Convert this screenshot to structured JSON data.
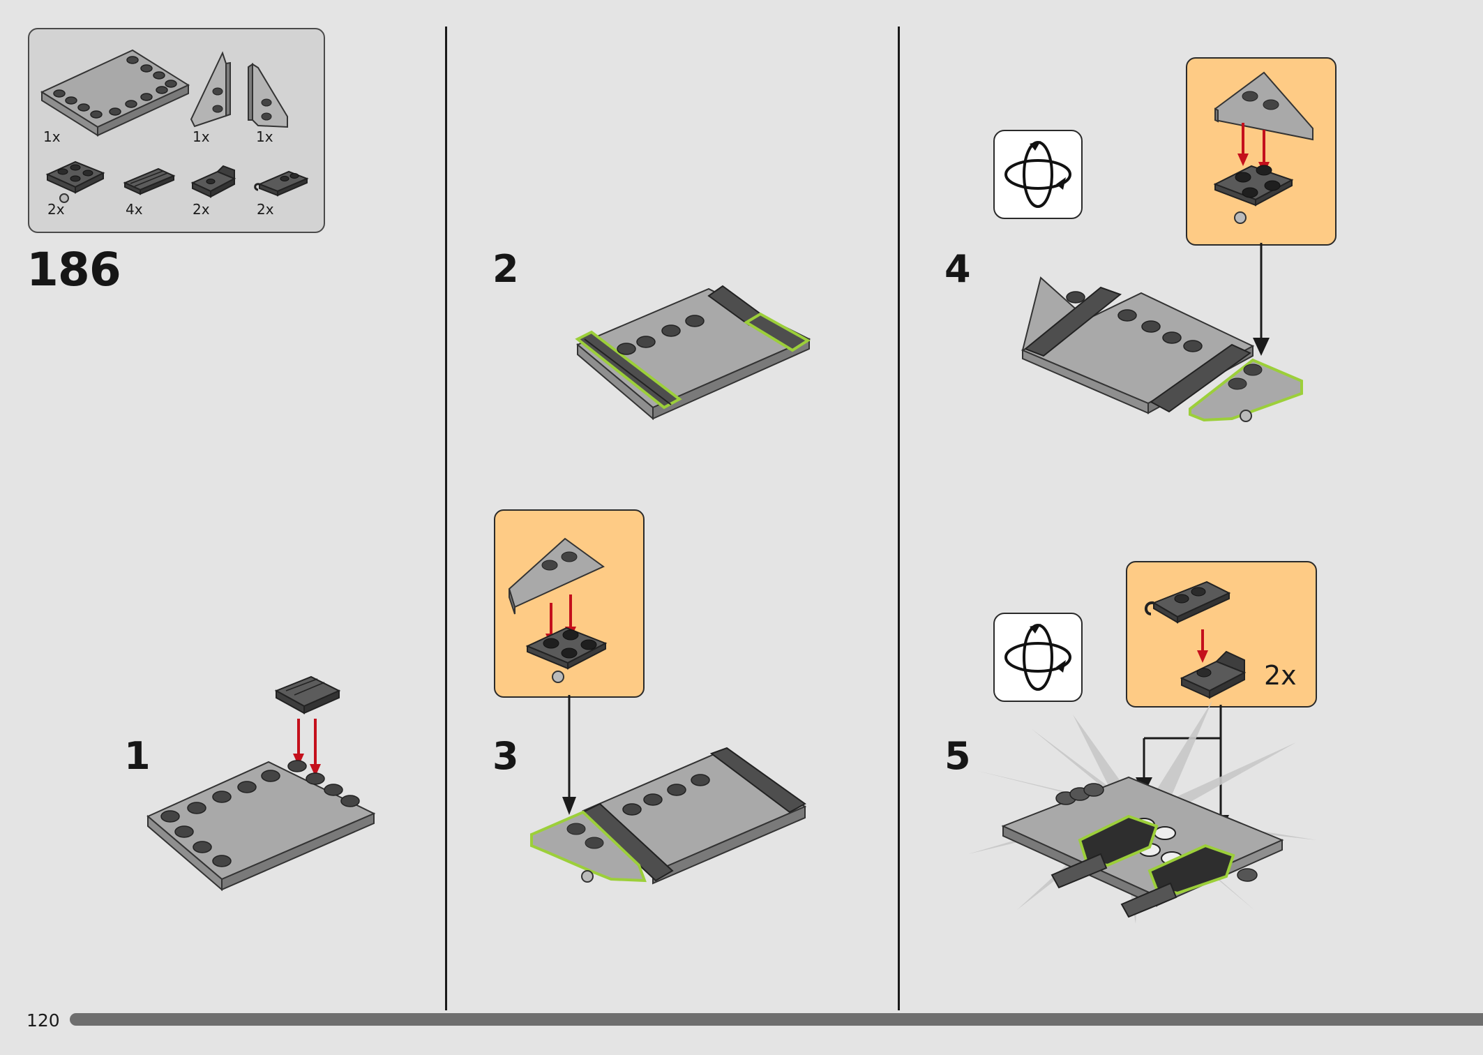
{
  "parts_list": {
    "items": [
      {
        "qty": "1x",
        "icon": "plate-4x6-icon"
      },
      {
        "qty": "1x",
        "icon": "wedge-plate-left-icon"
      },
      {
        "qty": "1x",
        "icon": "wedge-plate-right-icon"
      },
      {
        "qty": "2x",
        "icon": "plate-2x2-wheels-icon"
      },
      {
        "qty": "4x",
        "icon": "tile-grille-icon"
      },
      {
        "qty": "2x",
        "icon": "slope-curved-icon"
      },
      {
        "qty": "2x",
        "icon": "plate-clip-icon"
      }
    ]
  },
  "page": {
    "main_step": "186",
    "page_number": "120",
    "progress": 0.98
  },
  "steps": [
    {
      "number": "1"
    },
    {
      "number": "2"
    },
    {
      "number": "3"
    },
    {
      "number": "4"
    },
    {
      "number": "5",
      "multiplier": "2x"
    }
  ],
  "colors": {
    "background": "#e4e4e4",
    "callout": "#fecb85",
    "highlight": "#9ccf3a",
    "arrow_red": "#c4101c",
    "brick_light": "#a9a9a9",
    "brick_dark": "#555555"
  }
}
